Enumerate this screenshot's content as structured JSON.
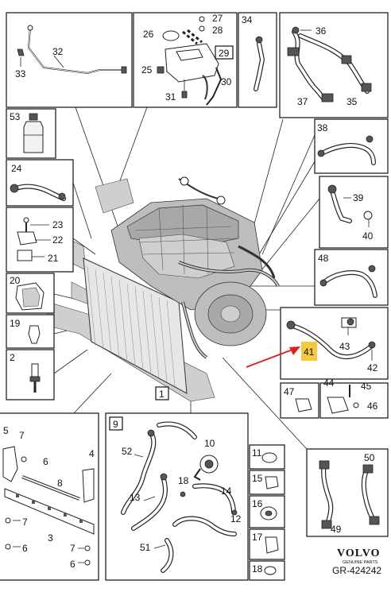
{
  "callouts": {
    "c2": "2",
    "c3": "3",
    "c4": "4",
    "c5": "5",
    "c6a": "6",
    "c6b": "6",
    "c6c": "6",
    "c7a": "7",
    "c7b": "7",
    "c7c": "7",
    "c8": "8",
    "c9": "9",
    "c10": "10",
    "c11": "11",
    "c12": "12",
    "c13": "13",
    "c14": "14",
    "c15": "15",
    "c16": "16",
    "c17": "17",
    "c18a": "18",
    "c18b": "18",
    "c19": "19",
    "c20": "20",
    "c21": "21",
    "c22": "22",
    "c23": "23",
    "c24": "24",
    "c25": "25",
    "c26": "26",
    "c27": "27",
    "c28": "28",
    "c29": "29",
    "c30": "30",
    "c31": "31",
    "c32": "32",
    "c33": "33",
    "c34": "34",
    "c35": "35",
    "c36": "36",
    "c37": "37",
    "c38": "38",
    "c39": "39",
    "c40": "40",
    "c41": "41",
    "c42": "42",
    "c43": "43",
    "c44": "44",
    "c45": "45",
    "c46": "46",
    "c47": "47",
    "c48": "48",
    "c49": "49",
    "c50": "50",
    "c51": "51",
    "c52": "52",
    "c53": "53",
    "c1": "1"
  },
  "brand": {
    "logo": "VOLVO",
    "tagline": "GENUINE PARTS"
  },
  "ref": "GR-424242",
  "colors": {
    "highlight": "#f5c842",
    "arrow": "#e02020",
    "line": "#222222"
  }
}
